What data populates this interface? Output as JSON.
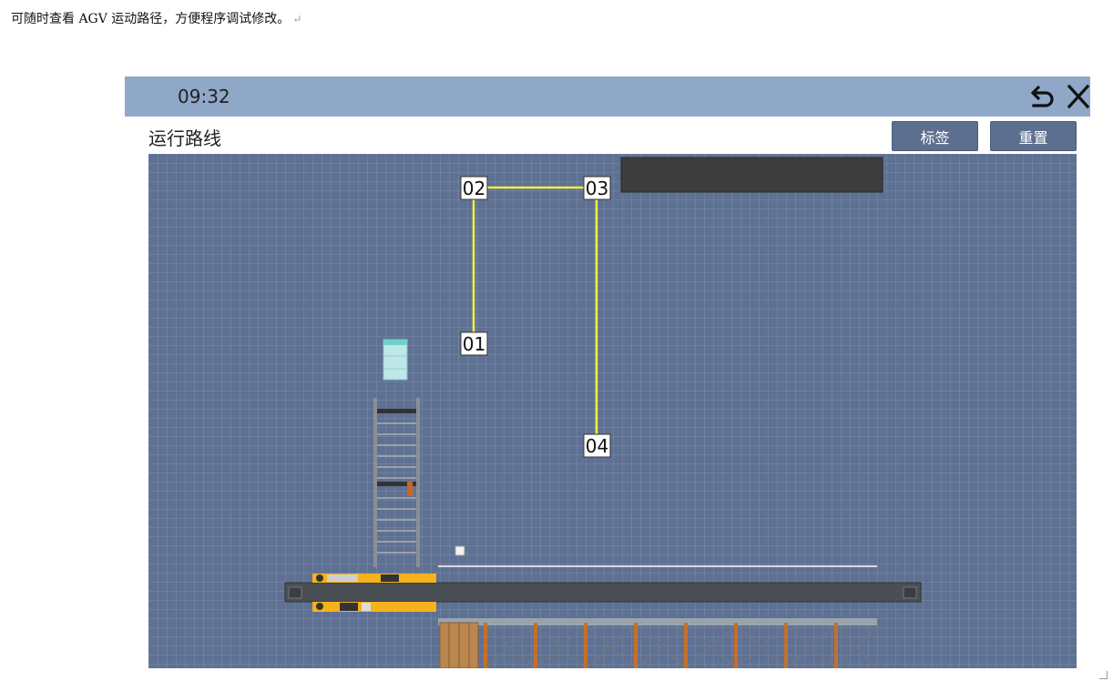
{
  "doc": {
    "caption": "可随时查看 AGV 运动路径，方便程序调试修改。",
    "para_mark": "↵"
  },
  "titlebar": {
    "time": "09:32",
    "back_icon": "undo-arrow-icon",
    "close_icon": "close-x-icon"
  },
  "header": {
    "title": "运行路线",
    "tag_button": "标签",
    "reset_button": "重置"
  },
  "colors": {
    "titlebar_bg": "#8fa8c8",
    "button_bg": "#5d6f8f",
    "viewport_bg": "#5f7193",
    "path_line": "#f2ee3a",
    "conveyor_accent": "#f5b21a"
  },
  "route": {
    "nodes": [
      {
        "id": "02",
        "label": "02"
      },
      {
        "id": "03",
        "label": "03"
      },
      {
        "id": "01",
        "label": "01"
      },
      {
        "id": "04",
        "label": "04"
      }
    ],
    "segments": [
      [
        "02",
        "03"
      ],
      [
        "02",
        "01"
      ],
      [
        "03",
        "04"
      ]
    ]
  }
}
